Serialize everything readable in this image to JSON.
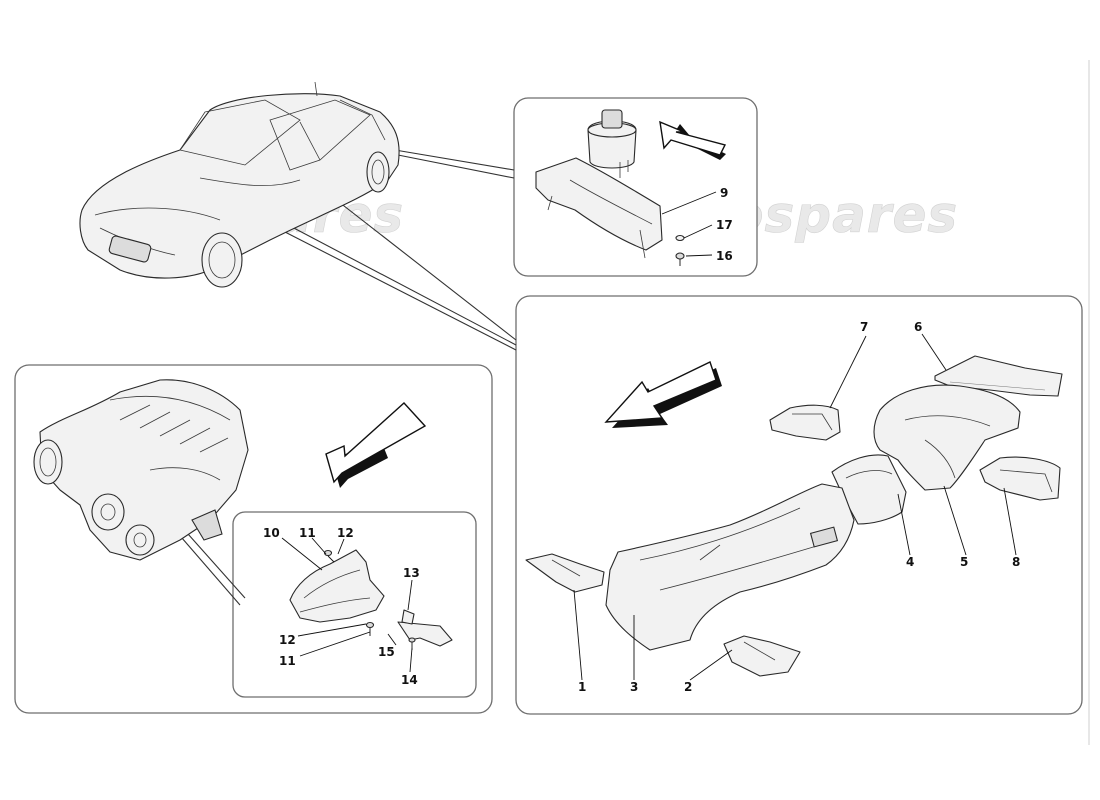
{
  "watermark": {
    "text": "eurospares"
  },
  "part_numbers": {
    "top_panel": [
      "9",
      "17",
      "16"
    ],
    "right_panel": [
      "7",
      "6",
      "4",
      "5",
      "8",
      "1",
      "3",
      "2"
    ],
    "engine_panel": [
      "10",
      "11",
      "12",
      "13",
      "12",
      "11",
      "15",
      "14"
    ]
  },
  "icons": [
    "car-icon",
    "engine-icon",
    "direction-arrow-icon",
    "heat-shield-icon",
    "bolt-icon",
    "washer-icon"
  ],
  "colors": {
    "line": "#2a2a2a",
    "panel_border": "#6e6e6e",
    "watermark": "#e9e9e9",
    "background": "#ffffff"
  }
}
